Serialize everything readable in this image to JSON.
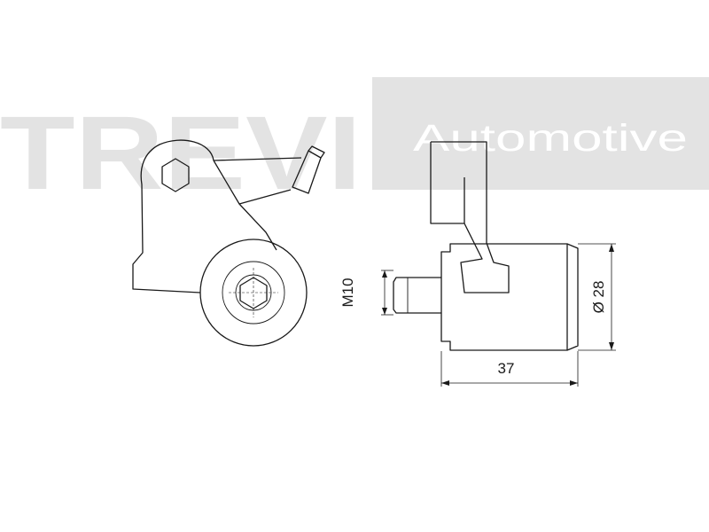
{
  "watermark": {
    "brand": "TREVI",
    "tagline": "Automotive",
    "colors": {
      "brand_text": "#e3e3e3",
      "tagline_box": "#e3e3e3",
      "tagline_text": "#ffffff"
    }
  },
  "dimensions": {
    "thread": "M10",
    "diameter": "Ø 28",
    "length": "37"
  },
  "colors": {
    "line": "#1a1a1a",
    "background": "#ffffff"
  }
}
